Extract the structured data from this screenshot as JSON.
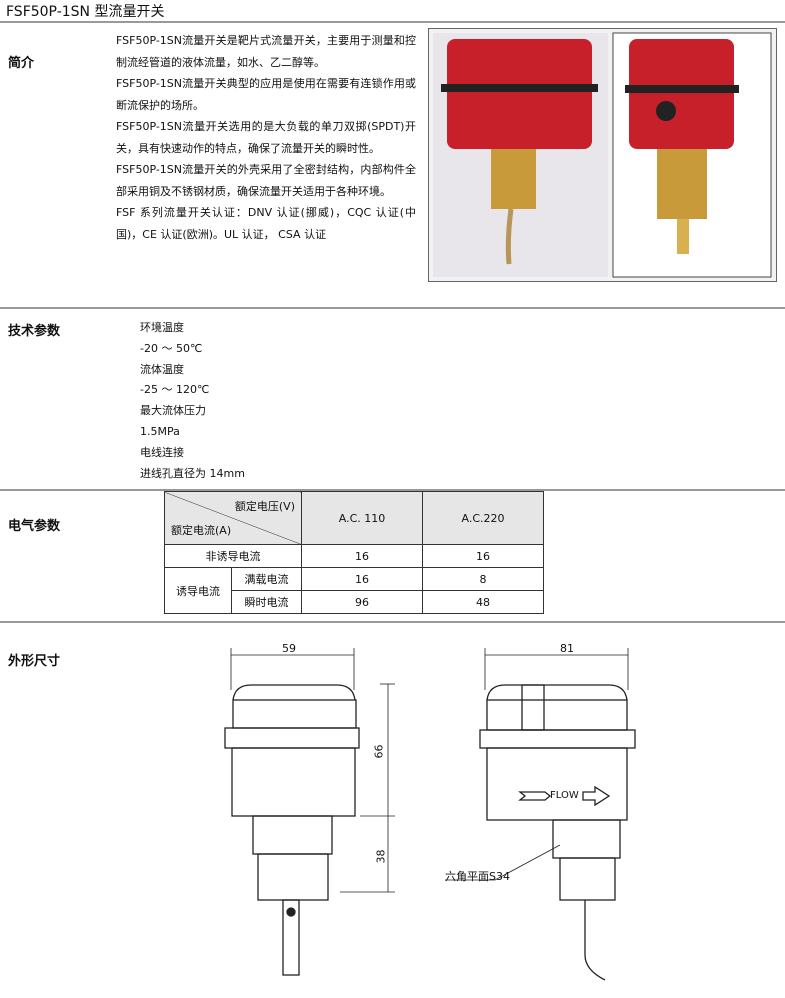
{
  "title": "FSF50P-1SN 型流量开关",
  "sections": {
    "intro": "简介",
    "tech": "技术参数",
    "elec": "电气参数",
    "dims": "外形尺寸"
  },
  "intro": [
    "FSF50P-1SN流量开关是靶片式流量开关，主要用于测量和控制流经管道的液体流量，如水、乙二醇等。",
    "FSF50P-1SN流量开关典型的应用是使用在需要有连锁作用或断流保护的场所。",
    "FSF50P-1SN流量开关选用的是大负载的单刀双掷(SPDT)开关，具有快速动作的特点，确保了流量开关的瞬时性。",
    "FSF50P-1SN流量开关的外壳采用了全密封结构，内部构件全部采用铜及不锈钢材质，确保流量开关适用于各种环境。",
    "FSF 系列流量开关认证：DNV 认证(挪威)，CQC 认证(中国)，CE 认证(欧洲)。UL 认证， CSA 认证"
  ],
  "tech": [
    "环境温度",
    " -20 ～ 50℃",
    "流体温度",
    " -25 ～ 120℃",
    "最大流体压力",
    "1.5MPa",
    "电线连接",
    "进线孔直径为 14mm"
  ],
  "table": {
    "voltage_hdr": "额定电压(V)",
    "current_hdr": "额定电流(A)",
    "cols": [
      "A.C. 110",
      "A.C.220"
    ],
    "non_inductive": "非诱导电流",
    "inductive": "诱导电流",
    "full_load": "满载电流",
    "inrush": "瞬时电流",
    "rows": {
      "non_inductive": [
        "16",
        "16"
      ],
      "full_load": [
        "16",
        "8"
      ],
      "inrush": [
        "96",
        "48"
      ]
    }
  },
  "drawing": {
    "w_left": "59",
    "h_top": "66",
    "h_bottom": "38",
    "w_right": "81",
    "flow": "FLOW",
    "hex": "六角平面S34"
  }
}
